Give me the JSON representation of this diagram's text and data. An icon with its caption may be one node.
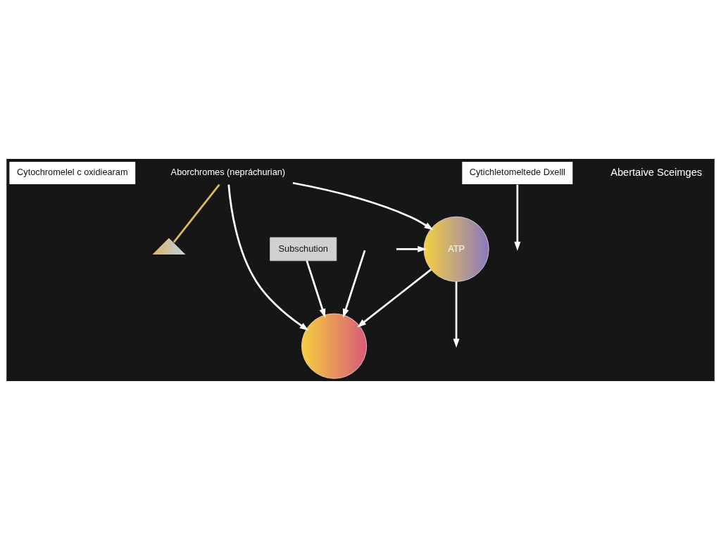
{
  "diagram": {
    "nodes": [
      {
        "text": [
          "Cytochromelel c oxidiearam"
        ]
      },
      {
        "text": [],
        "shape": "picture"
      },
      {
        "text": [
          "Aborchromes (nepráchurian)"
        ]
      },
      {
        "text": [
          "ATP"
        ]
      },
      {
        "text": [],
        "shape": "circle"
      },
      {
        "text": [
          "Subschution"
        ]
      },
      {
        "text": [
          "Cytichletomeltede Dxelll"
        ]
      }
    ],
    "edges": [
      {
        "from": 2,
        "to": 1,
        "arrow": "none",
        "color": "#e0b860"
      },
      {
        "from": 2,
        "to": 3,
        "arrow": "to"
      },
      {
        "from": 3,
        "to": null,
        "arrow": "to"
      },
      {
        "from": 2,
        "to": 4,
        "arrow": "to"
      },
      {
        "from": null,
        "to": 4,
        "arrow": "to"
      },
      {
        "from": 3,
        "to": 4,
        "arrow": "to"
      },
      {
        "from": null,
        "to": 3,
        "arrow": "to"
      },
      {
        "from": 5,
        "to": 4,
        "arrow": "to"
      },
      {
        "from": 6,
        "to": null,
        "arrow": "to"
      }
    ],
    "labels": [
      "Abertaive Sceimges"
    ]
  }
}
